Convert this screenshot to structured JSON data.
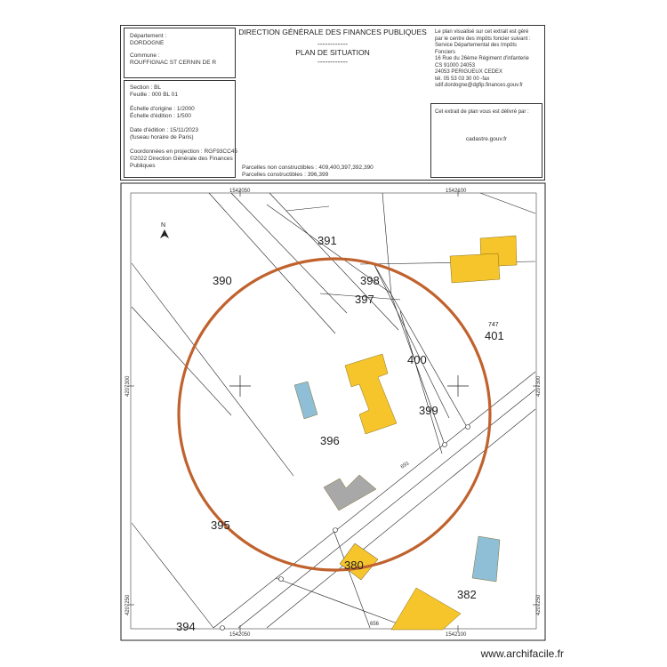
{
  "header": {
    "departement_label": "Département :",
    "departement_value": "DORDOGNE",
    "commune_label": "Commune :",
    "commune_value": "ROUFFIGNAC ST CERNIN DE R",
    "section": "Section : BL",
    "feuille": "Feuille : 000 BL 01",
    "echelle_origine": "Échelle d'origine : 1/2000",
    "echelle_edition": "Échelle d'édition : 1/500",
    "date_edition": "Date d'édition : 15/11/2023",
    "fuseau": "(fuseau horaire de Paris)",
    "coord_system": "Coordonnées en projection : RGF93CC45",
    "copyright_1": "©2022 Direction Générale des Finances",
    "copyright_2": "Publiques",
    "title": "DIRECTION GÉNÉRALE DES FINANCES PUBLIQUES",
    "dashes": "------------",
    "subtitle": "PLAN DE SITUATION",
    "service_lines": [
      "Le plan visualisé sur cet extrait est géré",
      "par le centre des impôts foncier suivant :",
      "Service Départemental des Impôts",
      "Fonciers",
      "16 Rue du 26ème Régiment d'infanterie",
      "CS 91000 24053",
      "24053 PERIGUEUX CEDEX",
      "tél. 05 53 03 30 00 -fax",
      "sdif.dordogne@dgfip.finances.gouv.fr"
    ],
    "delivered_label": "Cet extrait de plan vous est délivré par :",
    "delivered_by": "cadastre.gouv.fr",
    "non_constructibles": "Parcelles non constructibles : 409,400,397,392,390",
    "constructibles": "Parcelles constructibles : 396,399"
  },
  "map": {
    "coord_top_left": "1542050",
    "coord_top_right": "1542100",
    "coord_bottom_left": "1542050",
    "coord_bottom_right": "1542100",
    "coord_left_mid": "4207300",
    "coord_right_mid": "4207300",
    "coord_left_low": "4207250",
    "coord_right_low": "4207250",
    "north": "N",
    "road_label_1": "691",
    "road_label_2": "656",
    "parcels": [
      "391",
      "390",
      "398",
      "397",
      "747",
      "401",
      "400",
      "399",
      "396",
      "395",
      "380",
      "382",
      "394"
    ],
    "colors": {
      "circle": "#c0622d",
      "building": "#f6c52c",
      "water": "#8fbfd6",
      "shed": "#a8a8a8",
      "line": "#222222"
    }
  },
  "footer": {
    "site": "www.archifacile.fr"
  }
}
